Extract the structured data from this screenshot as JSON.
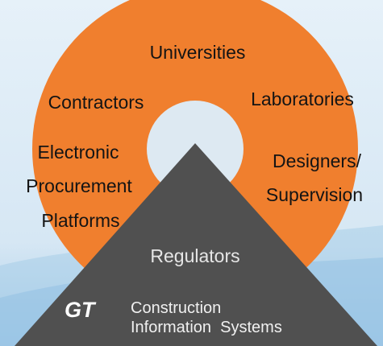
{
  "colors": {
    "background_top": "#e3eff8",
    "background_bottom": "#9fc7e6",
    "ring": "#f07f2e",
    "center": "#dde9f2",
    "triangle": "#505050"
  },
  "ring_labels": {
    "universities": "Universities",
    "contractors": "Contractors",
    "laboratories": "Laboratories",
    "electronic": "Electronic",
    "procurement": "Procurement",
    "platforms": "Platforms",
    "designers": "Designers/",
    "supervision": "Supervision"
  },
  "triangle": {
    "regulators": "Regulators",
    "gt": "GT",
    "cis_line1": "Construction",
    "cis_line2": "Information  Systems"
  }
}
